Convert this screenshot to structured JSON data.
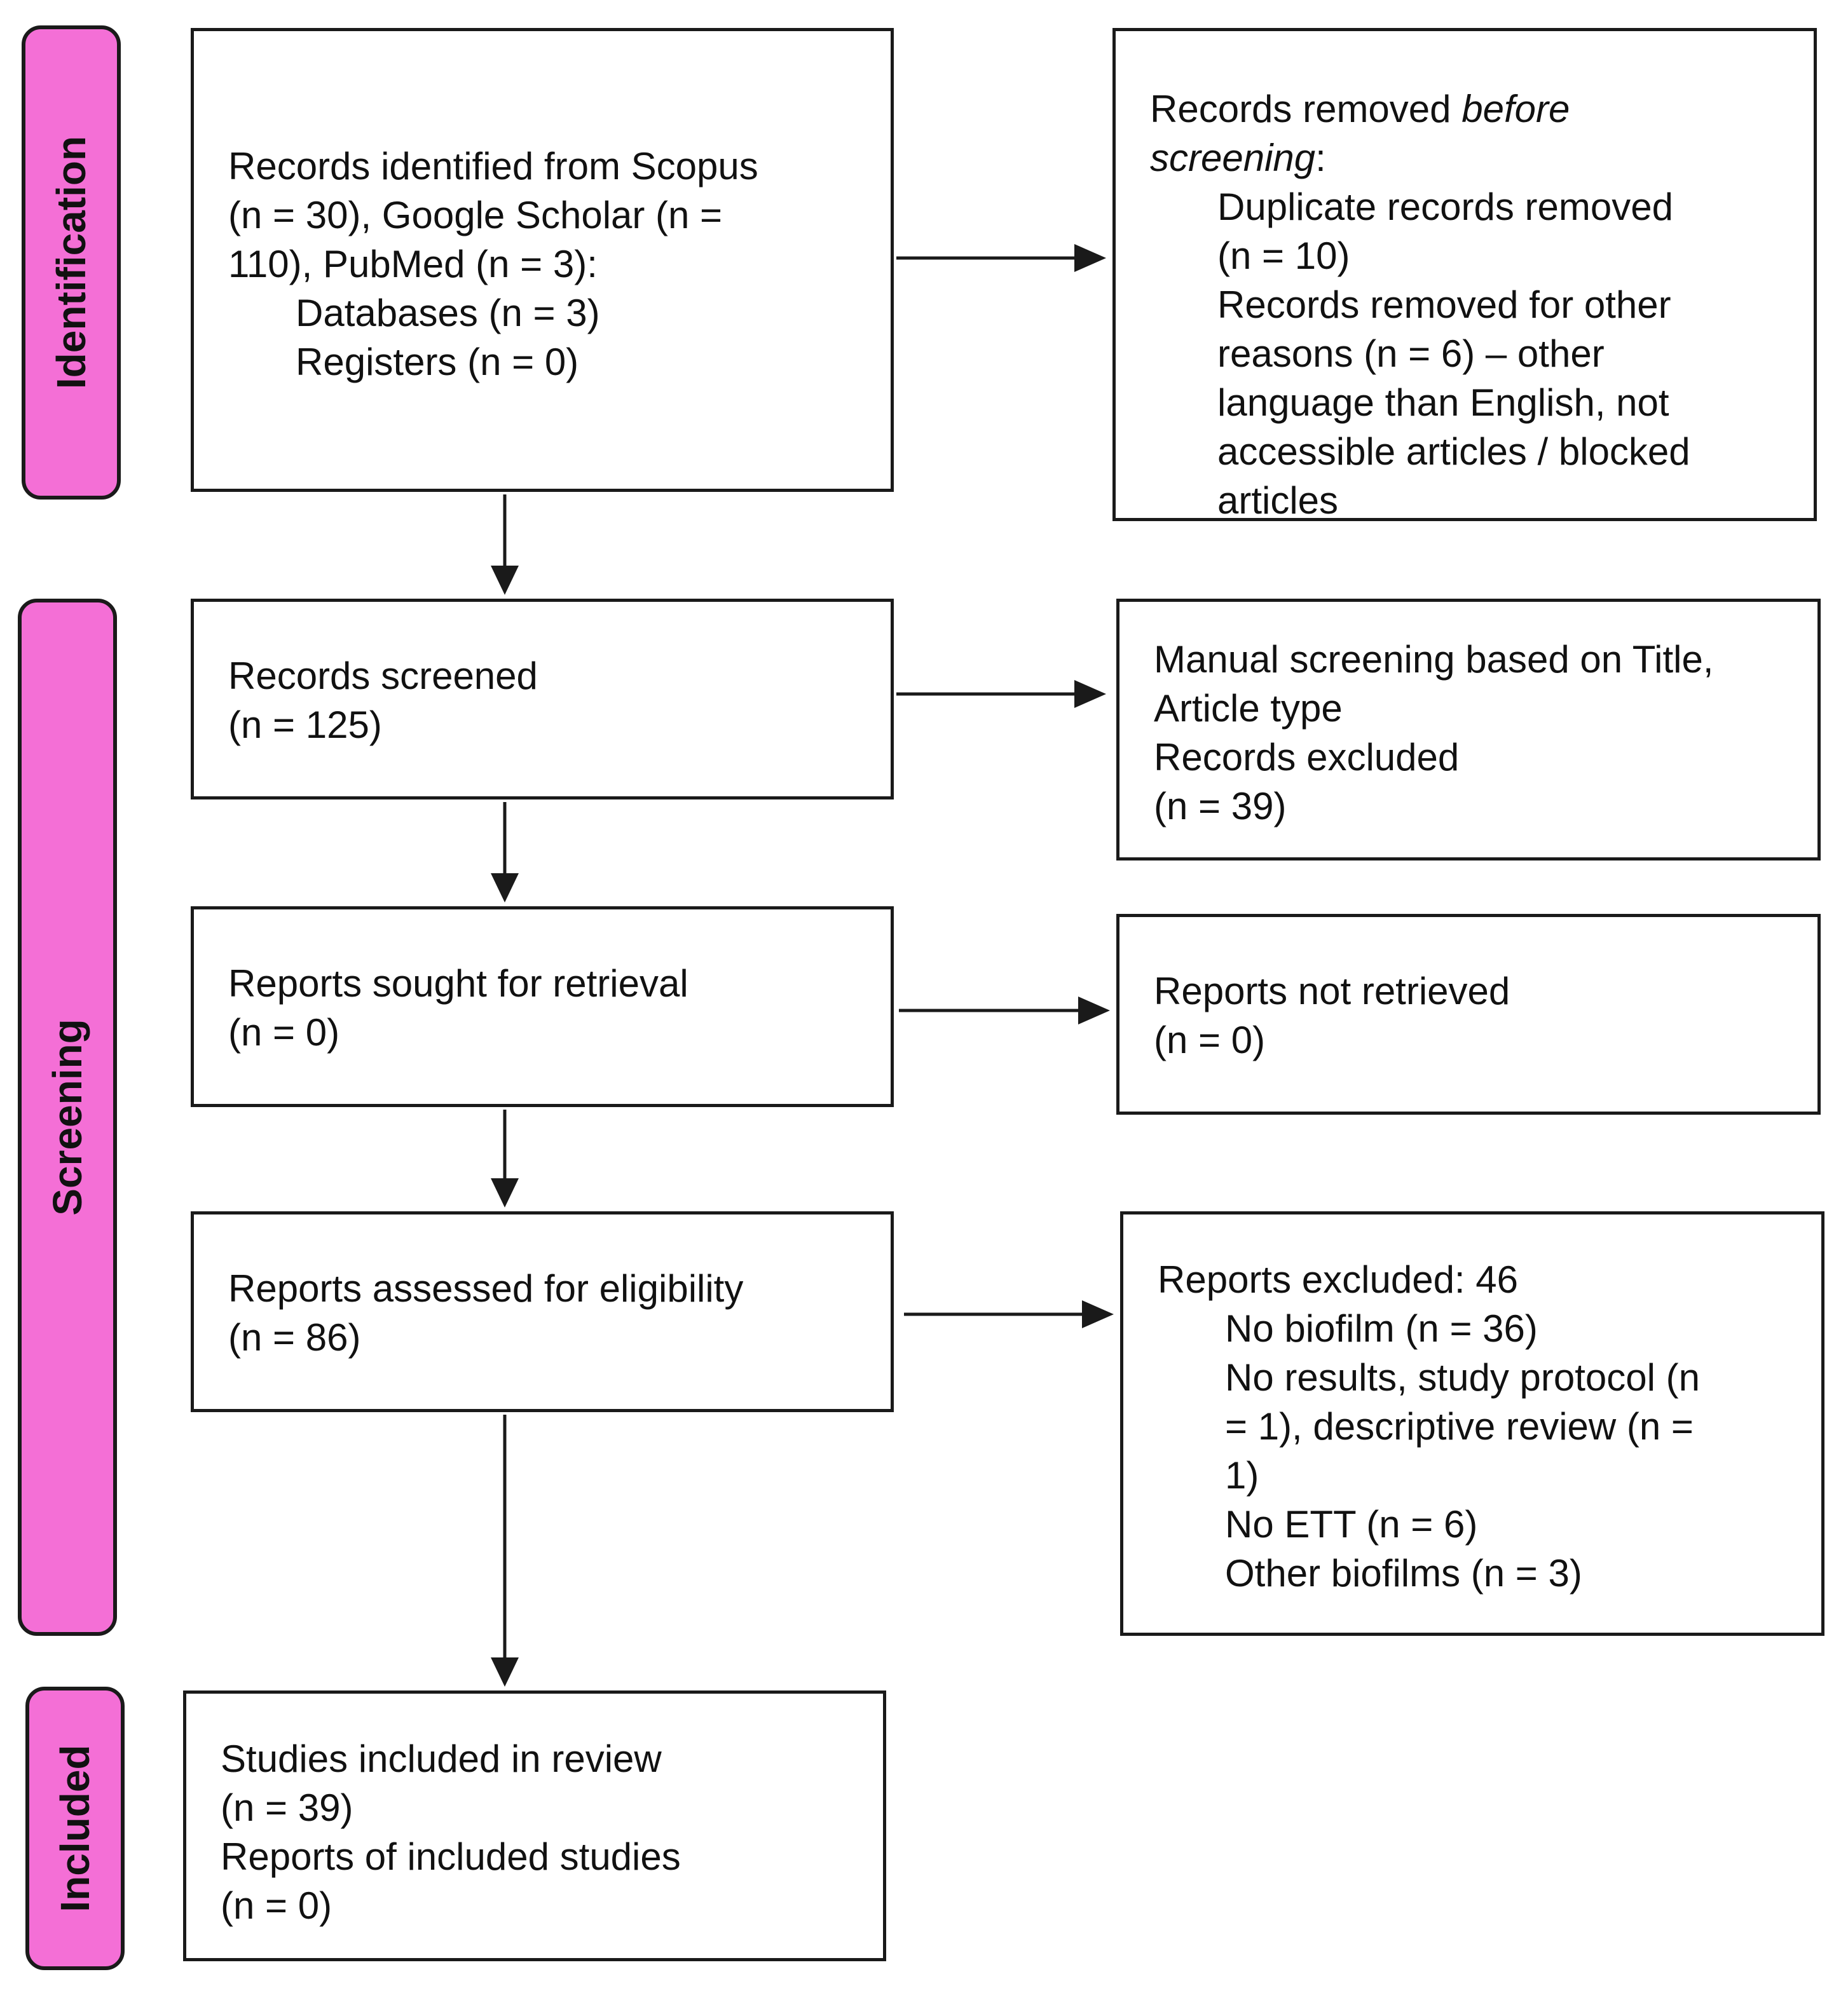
{
  "phases": {
    "identification": "Identification",
    "screening": "Screening",
    "included": "Included"
  },
  "boxes": {
    "identified": {
      "lines": [
        "Records identified from Scopus",
        "(n = 30), Google Scholar (n =",
        "110), PubMed (n = 3):"
      ],
      "sub": [
        "Databases (n = 3)",
        "Registers (n = 0)"
      ]
    },
    "removed": {
      "title_before": "Records removed ",
      "title_italic": "before",
      "title_line2_italic": "screening",
      "title_line2_rest": ":",
      "sub": [
        "Duplicate records removed",
        "(n = 10)",
        "Records removed for other",
        "reasons (n = 6) – other",
        "language than English, not",
        "accessible articles / blocked",
        "articles"
      ]
    },
    "screened": {
      "lines": [
        "Records screened",
        "(n = 125)"
      ]
    },
    "manual": {
      "lines": [
        "Manual screening based on Title,",
        "Article type",
        "Records excluded",
        "(n = 39)"
      ]
    },
    "sought": {
      "lines": [
        "Reports sought for retrieval",
        "(n = 0)"
      ]
    },
    "not_retrieved": {
      "lines": [
        "Reports not retrieved",
        "(n = 0)"
      ]
    },
    "assessed": {
      "lines": [
        "Reports assessed for eligibility",
        "(n = 86)"
      ]
    },
    "excluded": {
      "title": "Reports excluded: 46",
      "sub": [
        "No biofilm (n = 36)",
        "No results, study protocol (n",
        "= 1), descriptive review (n =",
        "1)",
        "No ETT (n = 6)",
        "Other biofilms (n = 3)"
      ]
    },
    "included": {
      "lines": [
        "Studies included in review",
        "(n = 39)",
        "Reports of included studies",
        "(n = 0)"
      ]
    }
  }
}
